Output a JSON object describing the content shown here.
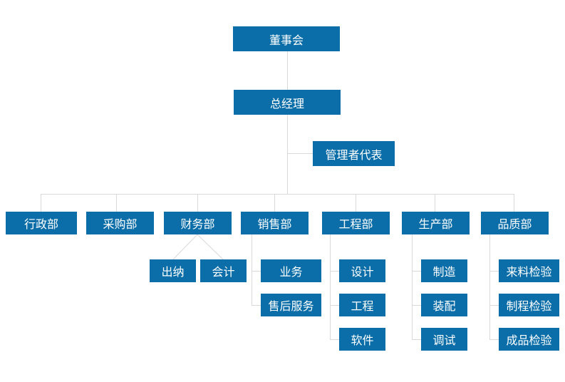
{
  "board": "董事会",
  "gm": "总经理",
  "mgmt_rep": "管理者代表",
  "departments": {
    "admin": "行政部",
    "purchasing": "采购部",
    "finance": "财务部",
    "sales": "销售部",
    "engineering": "工程部",
    "production": "生产部",
    "quality": "品质部"
  },
  "finance_units": [
    "出纳",
    "会计"
  ],
  "sales_units": [
    "业务",
    "售后服务"
  ],
  "engineering_units": [
    "设计",
    "工程",
    "软件"
  ],
  "production_units": [
    "制造",
    "装配",
    "调试"
  ],
  "quality_units": [
    "来料检验",
    "制程检验",
    "成品检验"
  ],
  "colors": {
    "node": "#0b6ea8",
    "connector": "#d9d9d9",
    "text": "#ffffff"
  }
}
